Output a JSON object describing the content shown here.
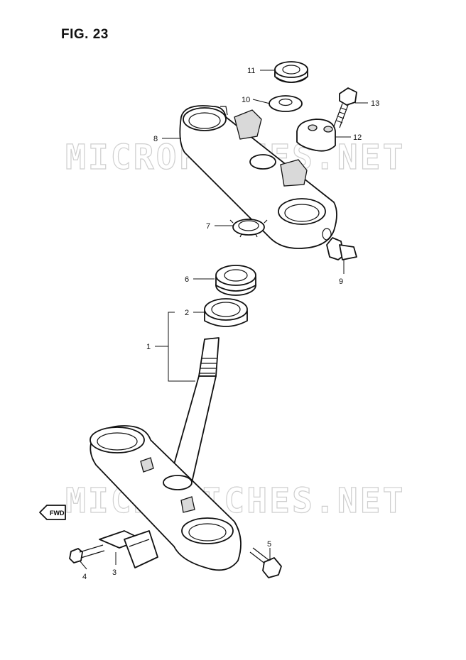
{
  "figure": {
    "title": "FIG. 23"
  },
  "watermark": {
    "text": "MICROFICHES.NET"
  },
  "fwd_label": "FWD",
  "callouts": {
    "c1": "1",
    "c2": "2",
    "c3": "3",
    "c4": "4",
    "c5": "5",
    "c6": "6",
    "c7": "7",
    "c8": "8",
    "c9": "9",
    "c10": "10",
    "c11": "11",
    "c12": "12",
    "c13": "13"
  }
}
